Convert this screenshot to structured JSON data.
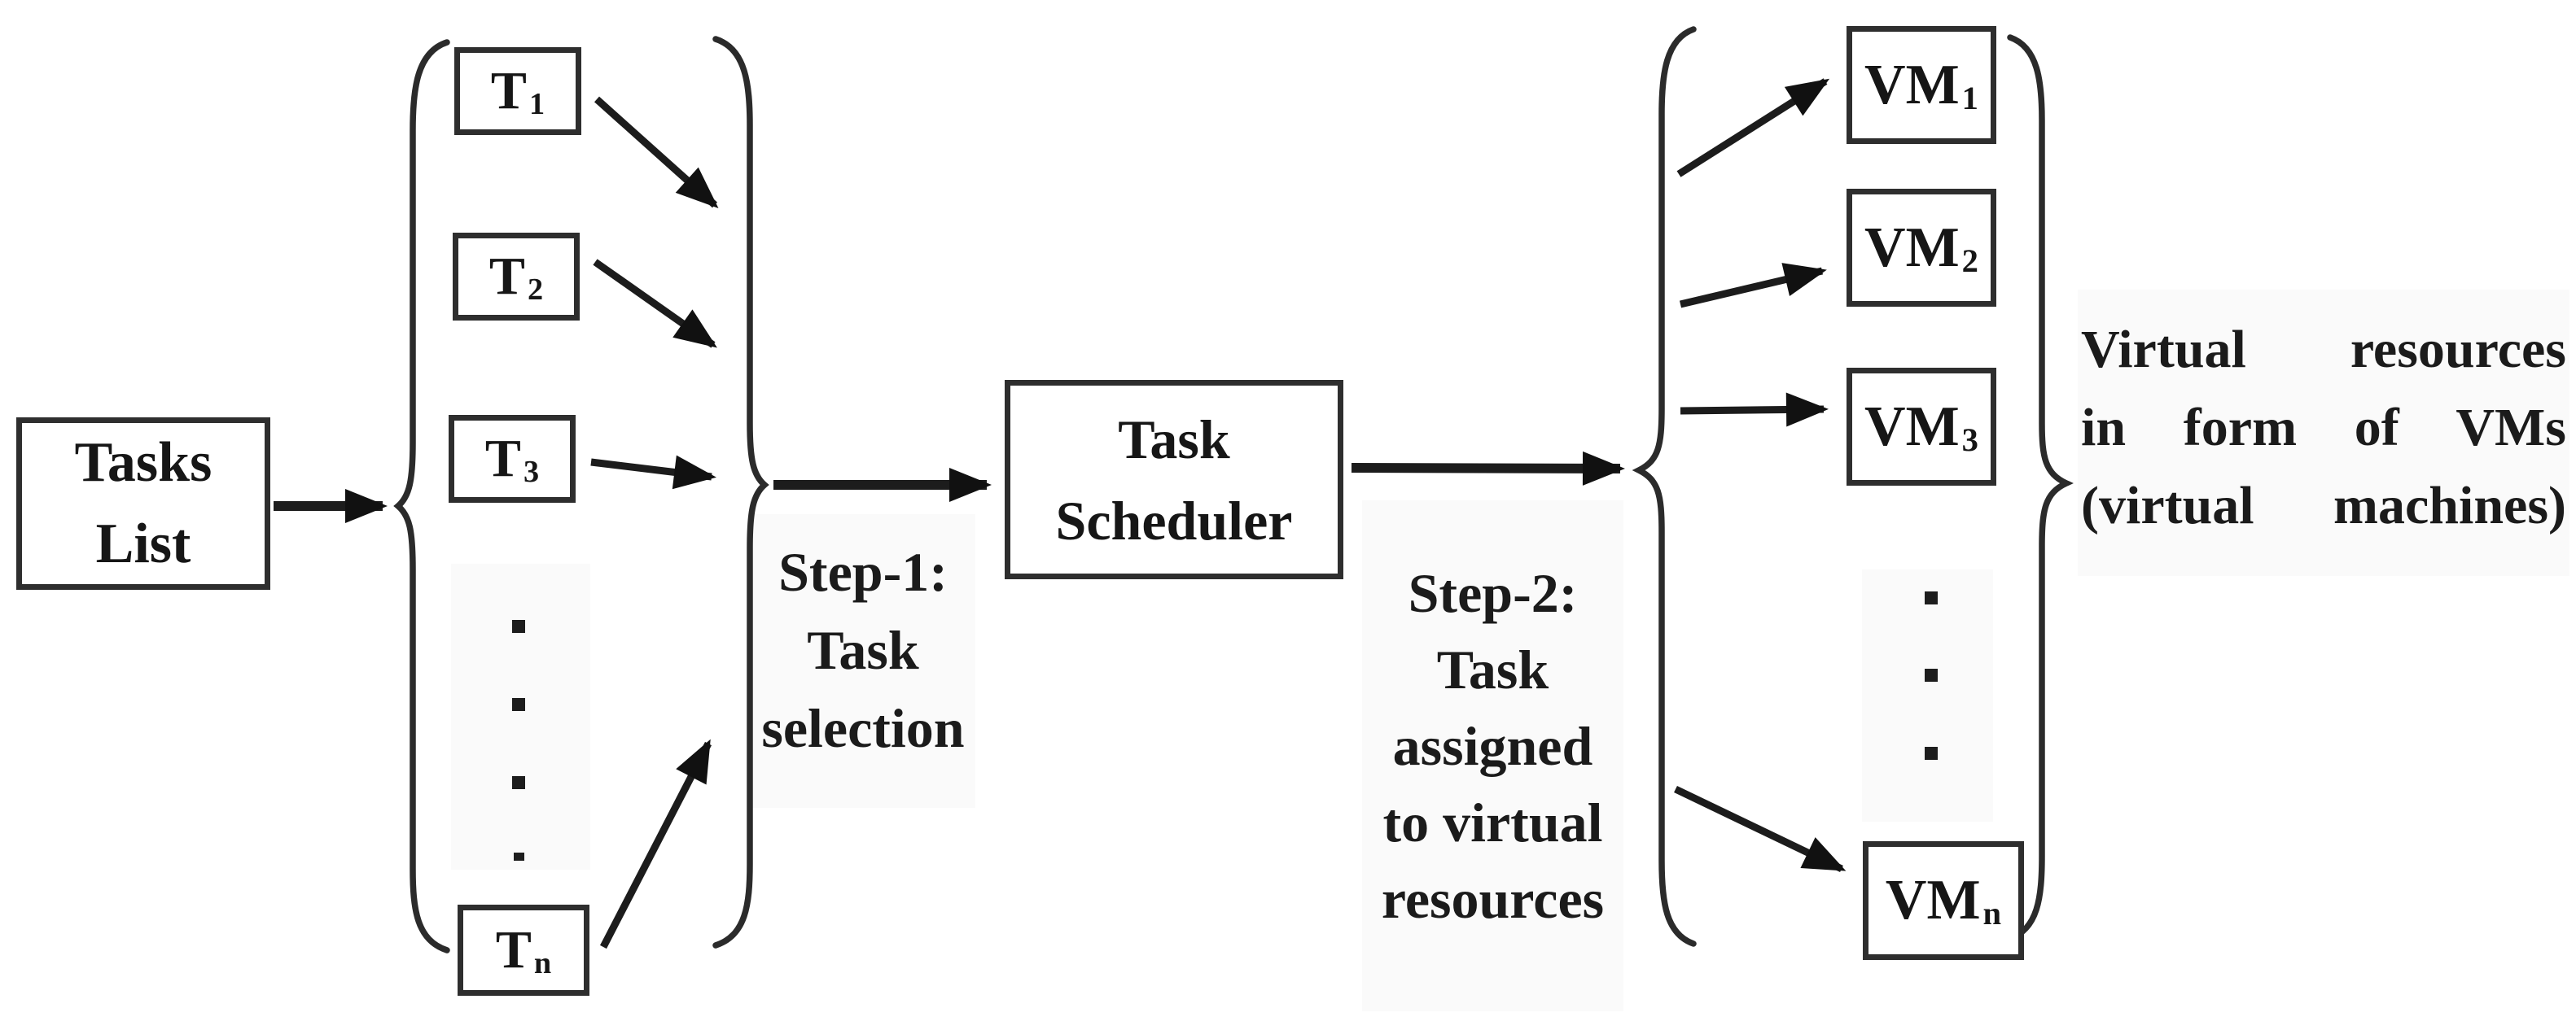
{
  "colors": {
    "background": "#ffffff",
    "ink": "#161616",
    "box_border": "#2e2e2e",
    "arrow": "#1c1c1c",
    "brace": "#2b2b2b",
    "panel": "#fafafa"
  },
  "shapes": {
    "arrowhead_icon": "solid-black-triangle",
    "group_icon": "tall-curly-brace",
    "ellipsis_icon": "vertical-dot-column"
  },
  "diagram": {
    "tasks_list": {
      "lines": [
        "Tasks",
        "List"
      ]
    },
    "tasks": [
      {
        "main": "T",
        "sub": "1"
      },
      {
        "main": "T",
        "sub": "2"
      },
      {
        "main": "T",
        "sub": "3"
      },
      {
        "main": "T",
        "sub": "n"
      }
    ],
    "step1": {
      "lines": [
        "Step-1:",
        "Task",
        "selection"
      ]
    },
    "scheduler": {
      "lines": [
        "Task",
        "Scheduler"
      ]
    },
    "step2": {
      "lines": [
        "Step-2:",
        "Task",
        "assigned",
        "to virtual",
        "resources"
      ]
    },
    "vms": [
      {
        "main": "VM",
        "sub": "1"
      },
      {
        "main": "VM",
        "sub": "2"
      },
      {
        "main": "VM",
        "sub": "3"
      },
      {
        "main": "VM",
        "sub": "n"
      }
    ],
    "right_note": {
      "lines": [
        "Virtual resources",
        "in form of VMs",
        "(virtual machines)"
      ]
    }
  }
}
